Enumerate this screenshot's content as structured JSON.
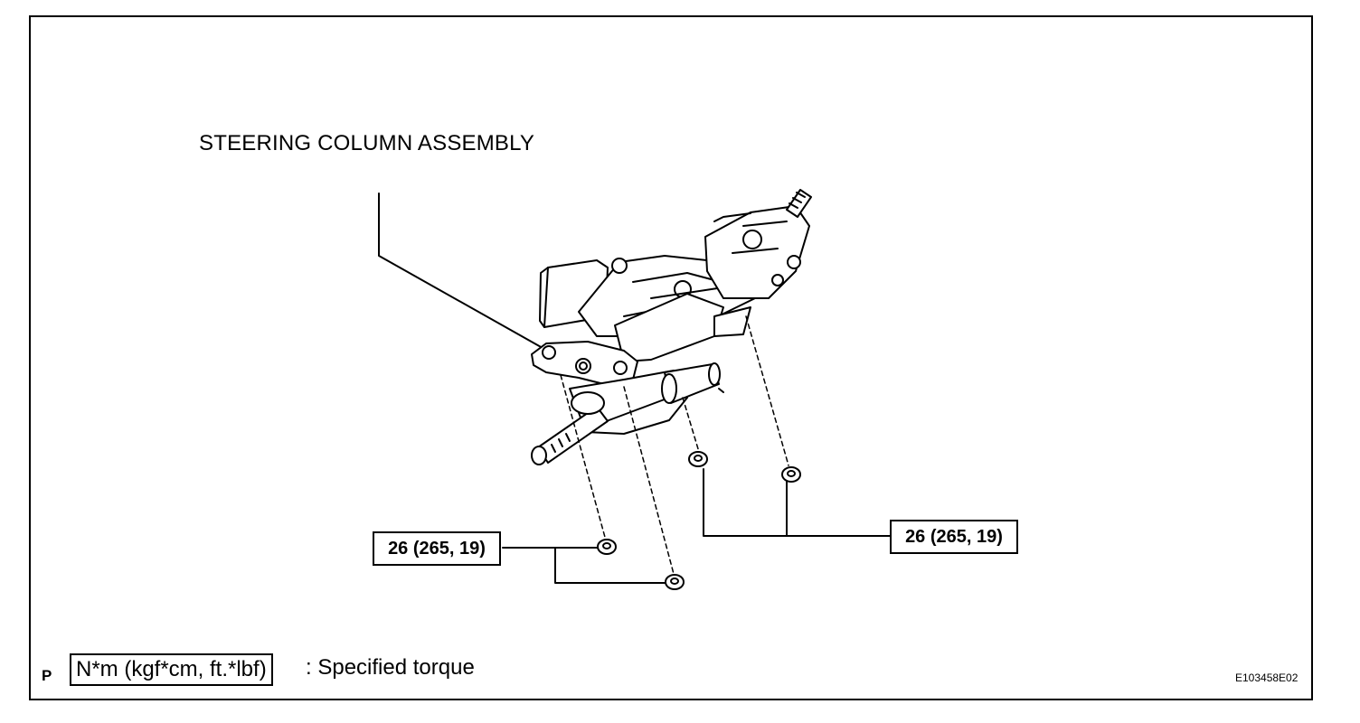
{
  "diagram": {
    "title": "STEERING COLUMN ASSEMBLY",
    "torque_left": "26 (265, 19)",
    "torque_right": "26 (265, 19)",
    "legend": {
      "marker": "P",
      "unit_box": "N*m (kgf*cm, ft.*lbf)",
      "description": ": Specified torque"
    },
    "figure_code": "E103458E02"
  },
  "colors": {
    "line": "#000000",
    "background": "#ffffff"
  }
}
